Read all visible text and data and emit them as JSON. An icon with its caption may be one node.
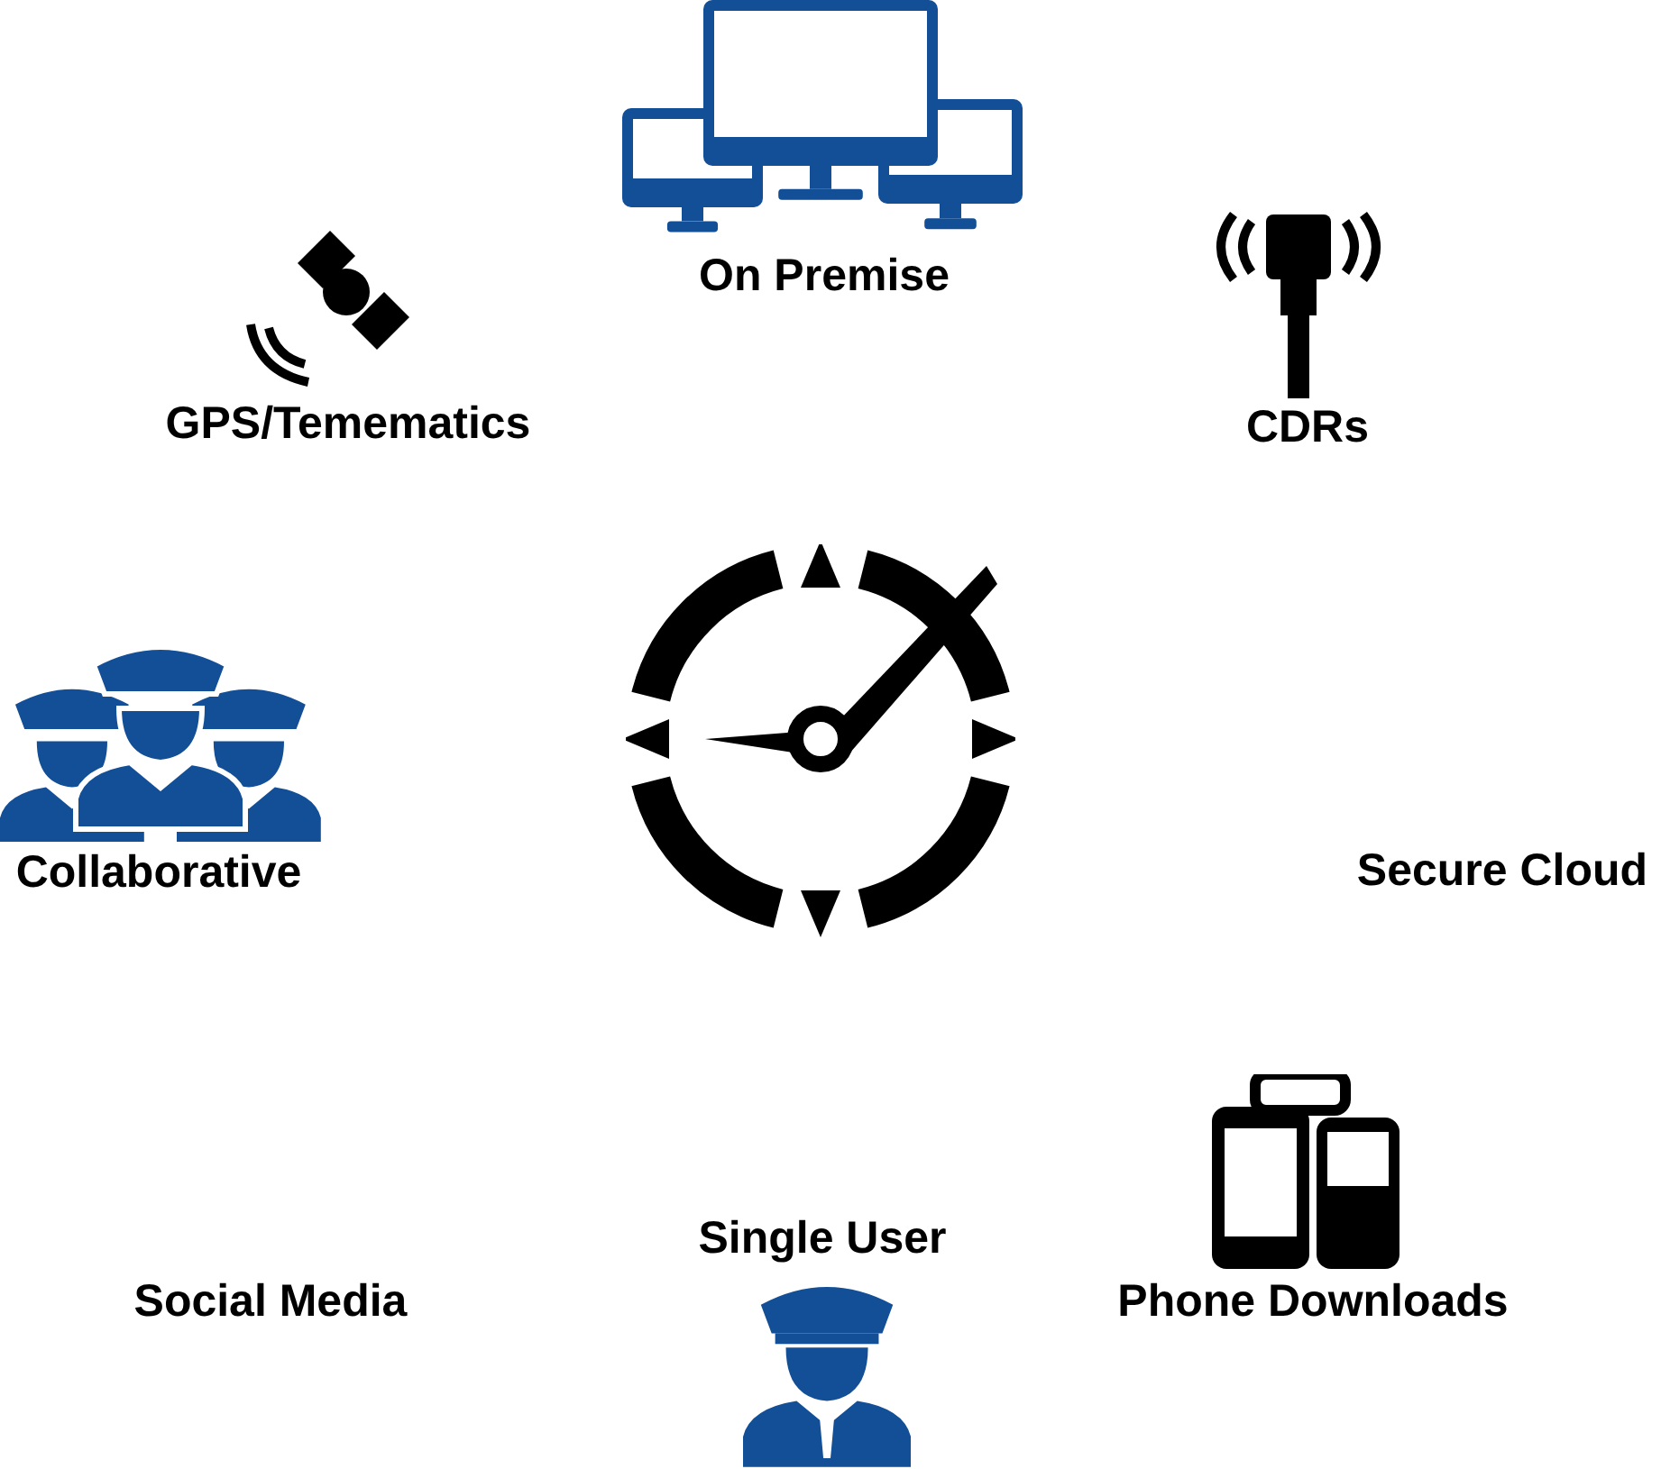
{
  "diagram": {
    "labels": [
      "On Premise",
      "GPS/Temematics",
      "CDRs",
      "Collaborative",
      "Secure Cloud",
      "Social Media",
      "Single User",
      "Phone Downloads"
    ]
  }
}
